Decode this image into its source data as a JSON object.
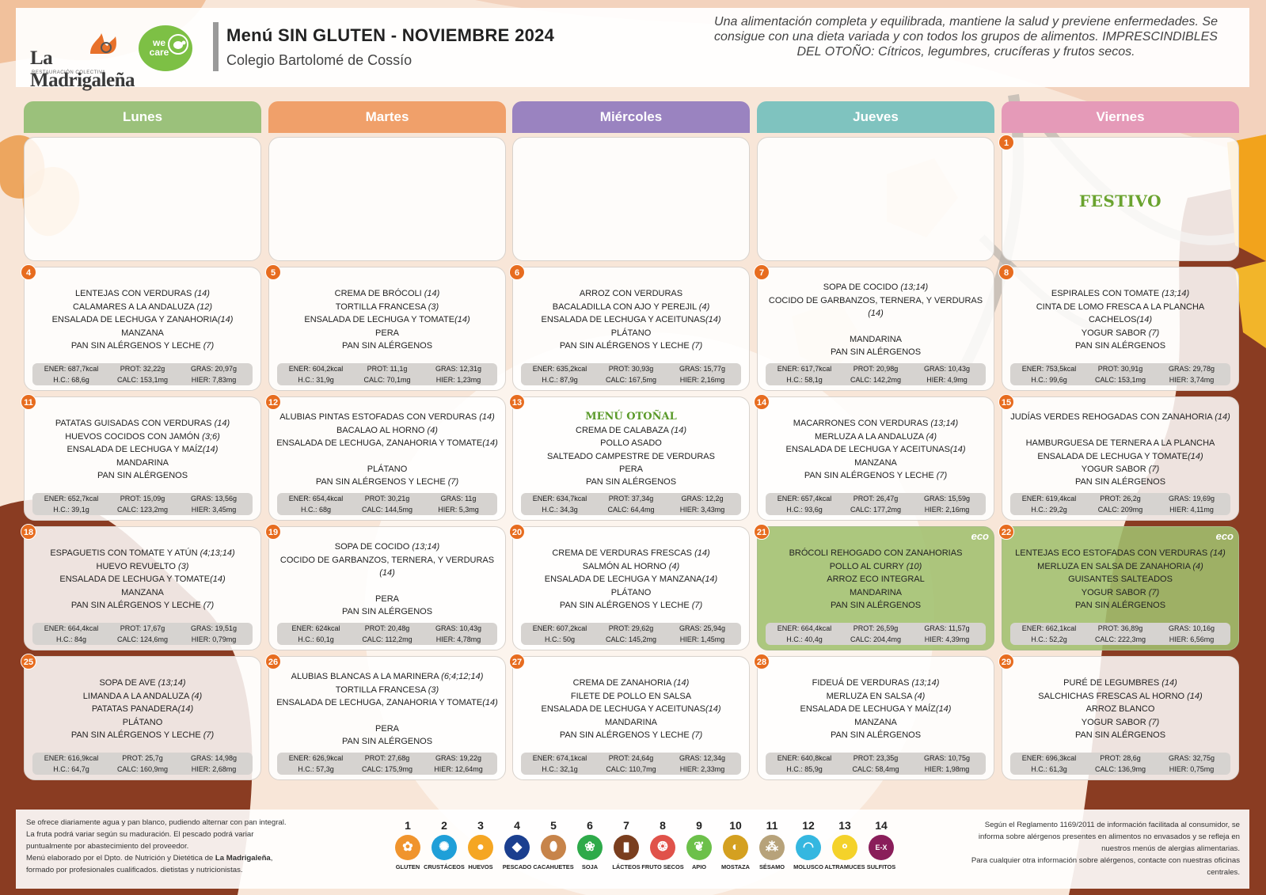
{
  "header": {
    "brand_name": "La Madrigaleña",
    "brand_sub": "RESTAURACIÓN COLECTIVA",
    "wecare_line1": "we",
    "wecare_line2": "care",
    "title": "Menú SIN GLUTEN - NOVIEMBRE 2024",
    "school": "Colegio Bartolomé de Cossío",
    "intro": "Una alimentación completa y equilibrada, mantiene la salud y previene enfermedades. Se consigue con una dieta variada y con todos los grupos de alimentos. IMPRESCINDIBLES DEL OTOÑO: Cítricos, legumbres, crucíferas y frutos secos."
  },
  "days": [
    {
      "name": "Lunes",
      "color": "#9bc17b"
    },
    {
      "name": "Martes",
      "color": "#f0a06a"
    },
    {
      "name": "Miércoles",
      "color": "#9a83c0"
    },
    {
      "name": "Jueves",
      "color": "#7fc3bf"
    },
    {
      "name": "Viernes",
      "color": "#e59ab8"
    }
  ],
  "nut_labels": {
    "ener": "ENER: ",
    "prot": "PROT: ",
    "gras": "GRAS: ",
    "hc": "H.C.: ",
    "calc": "CALC: ",
    "hier": "HIER: "
  },
  "eco_label": "eco",
  "weeks": [
    [
      null,
      null,
      null,
      null,
      {
        "day": "1",
        "festivo": "FESTIVO"
      }
    ],
    [
      {
        "day": "4",
        "items": [
          [
            "LENTEJAS CON VERDURAS ",
            "(14)"
          ],
          [
            "CALAMARES A LA ANDALUZA ",
            "(12)"
          ],
          [
            "ENSALADA DE LECHUGA Y ZANAHORIA",
            "(14)"
          ],
          [
            "MANZANA",
            ""
          ],
          [
            "PAN SIN ALÉRGENOS Y LECHE ",
            "(7)"
          ]
        ],
        "n": {
          "ener": "687,7kcal",
          "prot": "32,22g",
          "gras": "20,97g",
          "hc": "68,6g",
          "calc": "153,1mg",
          "hier": "7,83mg"
        }
      },
      {
        "day": "5",
        "items": [
          [
            "CREMA DE BRÓCOLI ",
            "(14)"
          ],
          [
            "TORTILLA FRANCESA ",
            "(3)"
          ],
          [
            "ENSALADA DE LECHUGA Y TOMATE",
            "(14)"
          ],
          [
            "PERA",
            ""
          ],
          [
            "PAN SIN ALÉRGENOS",
            ""
          ]
        ],
        "n": {
          "ener": "604,2kcal",
          "prot": "11,1g",
          "gras": "12,31g",
          "hc": "31,9g",
          "calc": "70,1mg",
          "hier": "1,23mg"
        }
      },
      {
        "day": "6",
        "items": [
          [
            "ARROZ CON VERDURAS",
            ""
          ],
          [
            "BACALADILLA CON AJO Y PEREJIL ",
            "(4)"
          ],
          [
            "ENSALADA DE LECHUGA Y ACEITUNAS",
            "(14)"
          ],
          [
            "PLÁTANO",
            ""
          ],
          [
            "PAN SIN ALÉRGENOS Y LECHE ",
            "(7)"
          ]
        ],
        "n": {
          "ener": "635,2kcal",
          "prot": "30,93g",
          "gras": "15,77g",
          "hc": "87,9g",
          "calc": "167,5mg",
          "hier": "2,16mg"
        }
      },
      {
        "day": "7",
        "items": [
          [
            "SOPA DE COCIDO ",
            "(13;14)"
          ],
          [
            "COCIDO DE GARBANZOS, TERNERA, Y VERDURAS ",
            "(14)",
            "wrap"
          ],
          [
            "",
            ""
          ],
          [
            "MANDARINA",
            ""
          ],
          [
            "PAN SIN ALÉRGENOS",
            ""
          ]
        ],
        "n": {
          "ener": "617,7kcal",
          "prot": "20,98g",
          "gras": "10,43g",
          "hc": "58,1g",
          "calc": "142,2mg",
          "hier": "4,9mg"
        }
      },
      {
        "day": "8",
        "items": [
          [
            "ESPIRALES CON TOMATE ",
            "(13;14)"
          ],
          [
            "CINTA DE LOMO FRESCA A LA PLANCHA",
            ""
          ],
          [
            "CACHELOS",
            "(14)"
          ],
          [
            "YOGUR SABOR ",
            "(7)"
          ],
          [
            "PAN SIN ALÉRGENOS",
            ""
          ]
        ],
        "n": {
          "ener": "753,5kcal",
          "prot": "30,91g",
          "gras": "29,78g",
          "hc": "99,6g",
          "calc": "153,1mg",
          "hier": "3,74mg"
        }
      }
    ],
    [
      {
        "day": "11",
        "items": [
          [
            "PATATAS GUISADAS CON VERDURAS ",
            "(14)"
          ],
          [
            "HUEVOS COCIDOS CON JAMÓN ",
            "(3;6)"
          ],
          [
            "ENSALADA DE LECHUGA Y MAÍZ",
            "(14)"
          ],
          [
            "MANDARINA",
            ""
          ],
          [
            "PAN SIN ALÉRGENOS",
            ""
          ]
        ],
        "n": {
          "ener": "652,7kcal",
          "prot": "15,09g",
          "gras": "13,56g",
          "hc": "39,1g",
          "calc": "123,2mg",
          "hier": "3,45mg"
        }
      },
      {
        "day": "12",
        "items": [
          [
            "ALUBIAS PINTAS ESTOFADAS CON VERDURAS ",
            "(14)"
          ],
          [
            "BACALAO AL HORNO ",
            "(4)"
          ],
          [
            "ENSALADA DE LECHUGA, ZANAHORIA Y TOMATE",
            "(14)"
          ],
          [
            "",
            ""
          ],
          [
            "PLÁTANO",
            ""
          ],
          [
            "PAN SIN ALÉRGENOS Y LECHE ",
            "(7)"
          ]
        ],
        "n": {
          "ener": "654,4kcal",
          "prot": "30,21g",
          "gras": "11g",
          "hc": "68g",
          "calc": "144,5mg",
          "hier": "5,3mg"
        }
      },
      {
        "day": "13",
        "special": "MENÚ OTOÑAL",
        "items": [
          [
            "CREMA DE CALABAZA ",
            "(14)"
          ],
          [
            "POLLO ASADO",
            ""
          ],
          [
            "SALTEADO CAMPESTRE DE VERDURAS",
            ""
          ],
          [
            "PERA",
            ""
          ],
          [
            "PAN SIN ALÉRGENOS",
            ""
          ]
        ],
        "n": {
          "ener": "634,7kcal",
          "prot": "37,34g",
          "gras": "12,2g",
          "hc": "34,3g",
          "calc": "64,4mg",
          "hier": "3,43mg"
        }
      },
      {
        "day": "14",
        "items": [
          [
            "MACARRONES CON VERDURAS ",
            "(13;14)"
          ],
          [
            "MERLUZA A LA ANDALUZA ",
            "(4)"
          ],
          [
            "ENSALADA DE LECHUGA Y ACEITUNAS",
            "(14)"
          ],
          [
            "MANZANA",
            ""
          ],
          [
            "PAN SIN ALÉRGENOS Y LECHE ",
            "(7)"
          ]
        ],
        "n": {
          "ener": "657,4kcal",
          "prot": "26,47g",
          "gras": "15,59g",
          "hc": "93,6g",
          "calc": "177,2mg",
          "hier": "2,16mg"
        }
      },
      {
        "day": "15",
        "items": [
          [
            "JUDÍAS VERDES REHOGADAS CON ZANAHORIA ",
            "(14)"
          ],
          [
            "",
            ""
          ],
          [
            "HAMBURGUESA DE TERNERA A LA PLANCHA",
            ""
          ],
          [
            "ENSALADA DE LECHUGA Y TOMATE",
            "(14)"
          ],
          [
            "YOGUR SABOR ",
            "(7)"
          ],
          [
            "PAN SIN ALÉRGENOS",
            ""
          ]
        ],
        "n": {
          "ener": "619,4kcal",
          "prot": "26,2g",
          "gras": "19,69g",
          "hc": "29,2g",
          "calc": "209mg",
          "hier": "4,11mg"
        }
      }
    ],
    [
      {
        "day": "18",
        "items": [
          [
            "ESPAGUETIS CON TOMATE Y ATÚN ",
            "(4;13;14)"
          ],
          [
            "HUEVO REVUELTO ",
            "(3)"
          ],
          [
            "ENSALADA DE LECHUGA Y TOMATE",
            "(14)"
          ],
          [
            "MANZANA",
            ""
          ],
          [
            "PAN SIN ALÉRGENOS Y LECHE ",
            "(7)"
          ]
        ],
        "n": {
          "ener": "664,4kcal",
          "prot": "17,67g",
          "gras": "19,51g",
          "hc": "84g",
          "calc": "124,6mg",
          "hier": "0,79mg"
        }
      },
      {
        "day": "19",
        "items": [
          [
            "SOPA DE COCIDO ",
            "(13;14)"
          ],
          [
            "COCIDO DE GARBANZOS, TERNERA, Y VERDURAS ",
            "(14)",
            "wrap"
          ],
          [
            "",
            ""
          ],
          [
            "PERA",
            ""
          ],
          [
            "PAN SIN ALÉRGENOS",
            ""
          ]
        ],
        "n": {
          "ener": "624kcal",
          "prot": "20,48g",
          "gras": "10,43g",
          "hc": "60,1g",
          "calc": "112,2mg",
          "hier": "4,78mg"
        }
      },
      {
        "day": "20",
        "items": [
          [
            "CREMA DE VERDURAS FRESCAS ",
            "(14)"
          ],
          [
            "SALMÓN AL HORNO ",
            "(4)"
          ],
          [
            "ENSALADA DE LECHUGA Y MANZANA",
            "(14)"
          ],
          [
            "PLÁTANO",
            ""
          ],
          [
            "PAN SIN ALÉRGENOS Y LECHE ",
            "(7)"
          ]
        ],
        "n": {
          "ener": "607,2kcal",
          "prot": "29,62g",
          "gras": "25,94g",
          "hc": "50g",
          "calc": "145,2mg",
          "hier": "1,45mg"
        }
      },
      {
        "day": "21",
        "eco": true,
        "items": [
          [
            "BRÓCOLI REHOGADO CON ZANAHORIAS",
            ""
          ],
          [
            "POLLO AL CURRY ",
            "(10)"
          ],
          [
            "ARROZ ECO INTEGRAL",
            ""
          ],
          [
            "MANDARINA",
            ""
          ],
          [
            "PAN SIN ALÉRGENOS",
            ""
          ]
        ],
        "n": {
          "ener": "664,4kcal",
          "prot": "26,59g",
          "gras": "11,57g",
          "hc": "40,4g",
          "calc": "204,4mg",
          "hier": "4,39mg"
        }
      },
      {
        "day": "22",
        "eco": true,
        "items": [
          [
            "LENTEJAS ECO ESTOFADAS CON VERDURAS ",
            "(14)"
          ],
          [
            "MERLUZA EN SALSA DE ZANAHORIA ",
            "(4)"
          ],
          [
            "GUISANTES SALTEADOS",
            ""
          ],
          [
            "YOGUR SABOR ",
            "(7)"
          ],
          [
            "PAN SIN ALÉRGENOS",
            ""
          ]
        ],
        "n": {
          "ener": "662,1kcal",
          "prot": "36,89g",
          "gras": "10,16g",
          "hc": "52,2g",
          "calc": "222,3mg",
          "hier": "6,56mg"
        }
      }
    ],
    [
      {
        "day": "25",
        "items": [
          [
            "SOPA DE AVE ",
            "(13;14)"
          ],
          [
            "LIMANDA A LA ANDALUZA ",
            "(4)"
          ],
          [
            "PATATAS PANADERA",
            "(14)"
          ],
          [
            "PLÁTANO",
            ""
          ],
          [
            "PAN SIN ALÉRGENOS Y LECHE ",
            "(7)"
          ]
        ],
        "n": {
          "ener": "616,9kcal",
          "prot": "25,7g",
          "gras": "14,98g",
          "hc": "64,7g",
          "calc": "160,9mg",
          "hier": "2,68mg"
        }
      },
      {
        "day": "26",
        "items": [
          [
            "ALUBIAS BLANCAS A LA MARINERA ",
            "(6;4;12;14)"
          ],
          [
            "TORTILLA FRANCESA ",
            "(3)"
          ],
          [
            "ENSALADA DE LECHUGA, ZANAHORIA Y TOMATE",
            "(14)"
          ],
          [
            "",
            ""
          ],
          [
            "PERA",
            ""
          ],
          [
            "PAN SIN ALÉRGENOS",
            ""
          ]
        ],
        "n": {
          "ener": "626,9kcal",
          "prot": "27,68g",
          "gras": "19,22g",
          "hc": "57,3g",
          "calc": "175,9mg",
          "hier": "12,64mg"
        }
      },
      {
        "day": "27",
        "items": [
          [
            "CREMA DE ZANAHORIA ",
            "(14)"
          ],
          [
            "FILETE DE POLLO EN SALSA",
            ""
          ],
          [
            "ENSALADA DE LECHUGA Y ACEITUNAS",
            "(14)"
          ],
          [
            "MANDARINA",
            ""
          ],
          [
            "PAN SIN ALÉRGENOS Y LECHE ",
            "(7)"
          ]
        ],
        "n": {
          "ener": "674,1kcal",
          "prot": "24,64g",
          "gras": "12,34g",
          "hc": "32,1g",
          "calc": "110,7mg",
          "hier": "2,33mg"
        }
      },
      {
        "day": "28",
        "items": [
          [
            "FIDEUÁ DE VERDURAS ",
            "(13;14)"
          ],
          [
            "MERLUZA EN SALSA ",
            "(4)"
          ],
          [
            "ENSALADA DE LECHUGA Y MAÍZ",
            "(14)"
          ],
          [
            "MANZANA",
            ""
          ],
          [
            "PAN SIN ALÉRGENOS",
            ""
          ]
        ],
        "n": {
          "ener": "640,8kcal",
          "prot": "23,35g",
          "gras": "10,75g",
          "hc": "85,9g",
          "calc": "58,4mg",
          "hier": "1,98mg"
        }
      },
      {
        "day": "29",
        "items": [
          [
            "PURÉ DE LEGUMBRES ",
            "(14)"
          ],
          [
            "SALCHICHAS FRESCAS AL HORNO ",
            "(14)"
          ],
          [
            "ARROZ BLANCO",
            ""
          ],
          [
            "YOGUR SABOR ",
            "(7)"
          ],
          [
            "PAN SIN ALÉRGENOS",
            ""
          ]
        ],
        "n": {
          "ener": "696,3kcal",
          "prot": "28,6g",
          "gras": "32,75g",
          "hc": "61,3g",
          "calc": "136,9mg",
          "hier": "0,75mg"
        }
      }
    ]
  ],
  "footer": {
    "left": [
      "Se ofrece diariamente agua y pan blanco, pudiendo alternar con pan integral.",
      "La fruta podrá variar según su maduración. El pescado podrá variar",
      "puntualmente por abastecimiento del proveedor.",
      "Menú elaborado por el Dpto. de Nutrición y Dietética de ",
      "formado por profesionales cualificados. dietistas y nutricionistas."
    ],
    "left_brand": "La Madrigaleña",
    "left_brand_suffix": ",",
    "right": [
      "Según el Reglamento 1169/2011 de información facilitada al consumidor, se",
      "informa sobre alérgenos presentes en alimentos no envasados y se refleja en",
      "nuestros menús de alergias alimentarias.",
      "Para cualquier otra información sobre alérgenos, contacte con nuestras oficinas",
      "centrales."
    ],
    "allergens": [
      {
        "num": "1",
        "label": "GLUTEN",
        "color": "#f0942d",
        "icon": "wheat-icon",
        "glyph": "✿"
      },
      {
        "num": "2",
        "label": "CRUSTÁCEOS",
        "color": "#1f9fd8",
        "icon": "crab-icon",
        "glyph": "✺"
      },
      {
        "num": "3",
        "label": "HUEVOS",
        "color": "#f5a623",
        "icon": "egg-icon",
        "glyph": "●"
      },
      {
        "num": "4",
        "label": "PESCADO",
        "color": "#1b3f8f",
        "icon": "fish-icon",
        "glyph": "◆"
      },
      {
        "num": "5",
        "label": "CACAHUETES",
        "color": "#c7844a",
        "icon": "peanut-icon",
        "glyph": "⬮"
      },
      {
        "num": "6",
        "label": "SOJA",
        "color": "#2eaa4a",
        "icon": "soy-icon",
        "glyph": "❀"
      },
      {
        "num": "7",
        "label": "LÁCTEOS",
        "color": "#7a3e1e",
        "icon": "milk-icon",
        "glyph": "▮"
      },
      {
        "num": "8",
        "label": "FRUTO SECOS",
        "color": "#e0524a",
        "icon": "nut-icon",
        "glyph": "❂"
      },
      {
        "num": "9",
        "label": "APIO",
        "color": "#6cc04a",
        "icon": "celery-icon",
        "glyph": "❦"
      },
      {
        "num": "10",
        "label": "MOSTAZA",
        "color": "#d4a020",
        "icon": "mustard-icon",
        "glyph": "◐"
      },
      {
        "num": "11",
        "label": "SÉSAMO",
        "color": "#b7a27a",
        "icon": "sesame-icon",
        "glyph": "⁂"
      },
      {
        "num": "12",
        "label": "MOLUSCO",
        "color": "#35b7e0",
        "icon": "shell-icon",
        "glyph": "◠"
      },
      {
        "num": "13",
        "label": "ALTRAMUCES",
        "color": "#f4d22a",
        "icon": "lupin-icon",
        "glyph": "⚬"
      },
      {
        "num": "14",
        "label": "SULFITOS",
        "color": "#8a1e5a",
        "icon": "sulphite-icon",
        "glyph": "E-X"
      }
    ]
  }
}
